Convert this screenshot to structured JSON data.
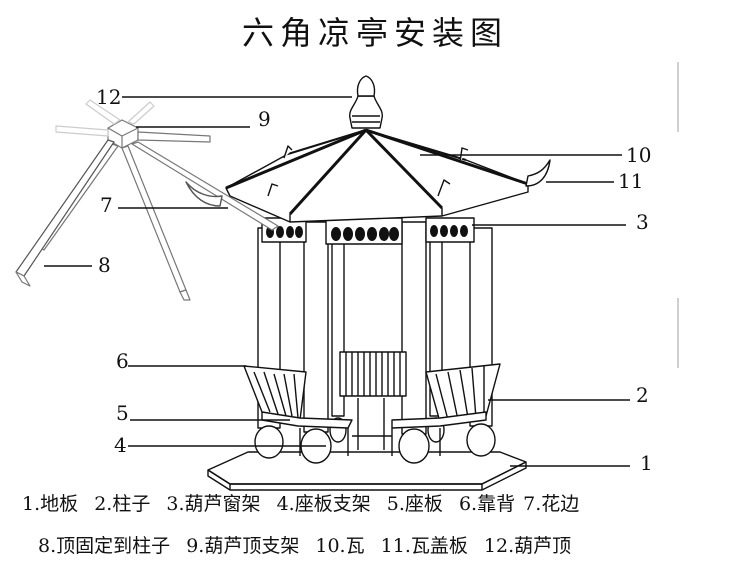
{
  "title": "六角凉亭安装图",
  "callouts": [
    "12",
    "9",
    "10",
    "11",
    "7",
    "3",
    "8",
    "6",
    "2",
    "5",
    "4",
    "1"
  ],
  "legend": {
    "row1": [
      "1.地板",
      "2.柱子",
      "3.葫芦窗架",
      "4.座板支架",
      "5.座板",
      "6.靠背",
      "7.花边"
    ],
    "row2": [
      "8.顶固定到柱子",
      "9.葫芦顶支架",
      "10.瓦",
      "11.瓦盖板",
      "12.葫芦顶"
    ]
  },
  "colors": {
    "line": "#111111",
    "background": "#ffffff"
  }
}
